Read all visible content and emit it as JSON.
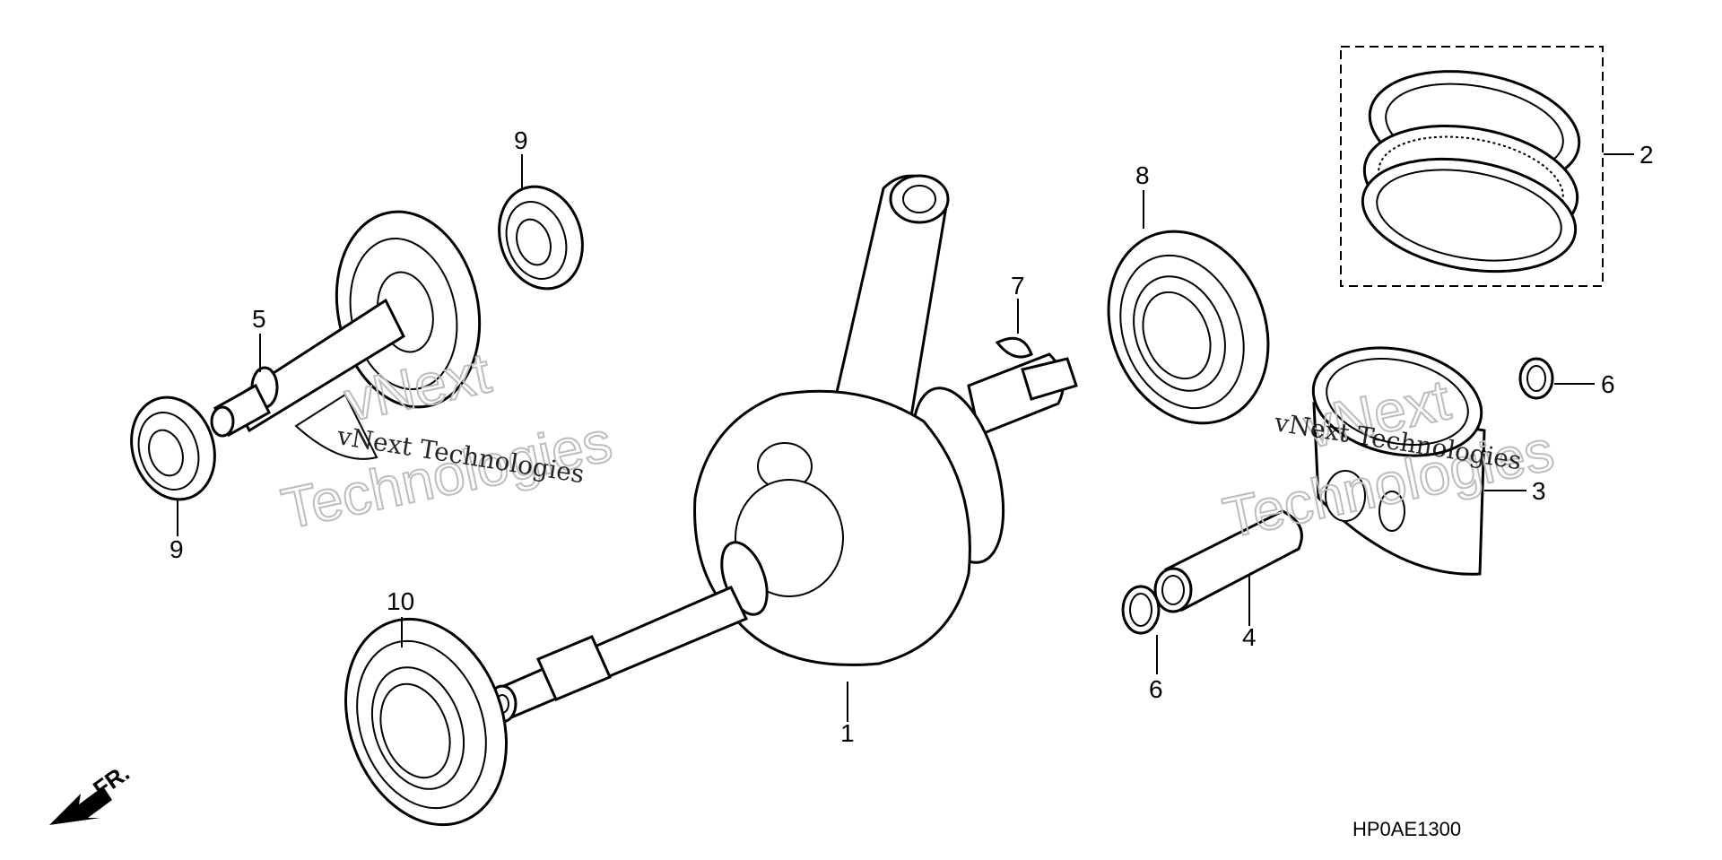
{
  "diagram": {
    "callouts": [
      {
        "id": "c1",
        "label": "1"
      },
      {
        "id": "c2",
        "label": "2"
      },
      {
        "id": "c3",
        "label": "3"
      },
      {
        "id": "c4",
        "label": "4"
      },
      {
        "id": "c5",
        "label": "5"
      },
      {
        "id": "c6a",
        "label": "6"
      },
      {
        "id": "c6b",
        "label": "6"
      },
      {
        "id": "c7",
        "label": "7"
      },
      {
        "id": "c8",
        "label": "8"
      },
      {
        "id": "c9a",
        "label": "9"
      },
      {
        "id": "c9b",
        "label": "9"
      },
      {
        "id": "c10",
        "label": "10"
      }
    ],
    "diagram_code": "HP0AE1300",
    "direction_label": "FR.",
    "watermark": {
      "small": "vNext Technologies",
      "big_line1": "vNext",
      "big_line2": "Technologies"
    }
  }
}
